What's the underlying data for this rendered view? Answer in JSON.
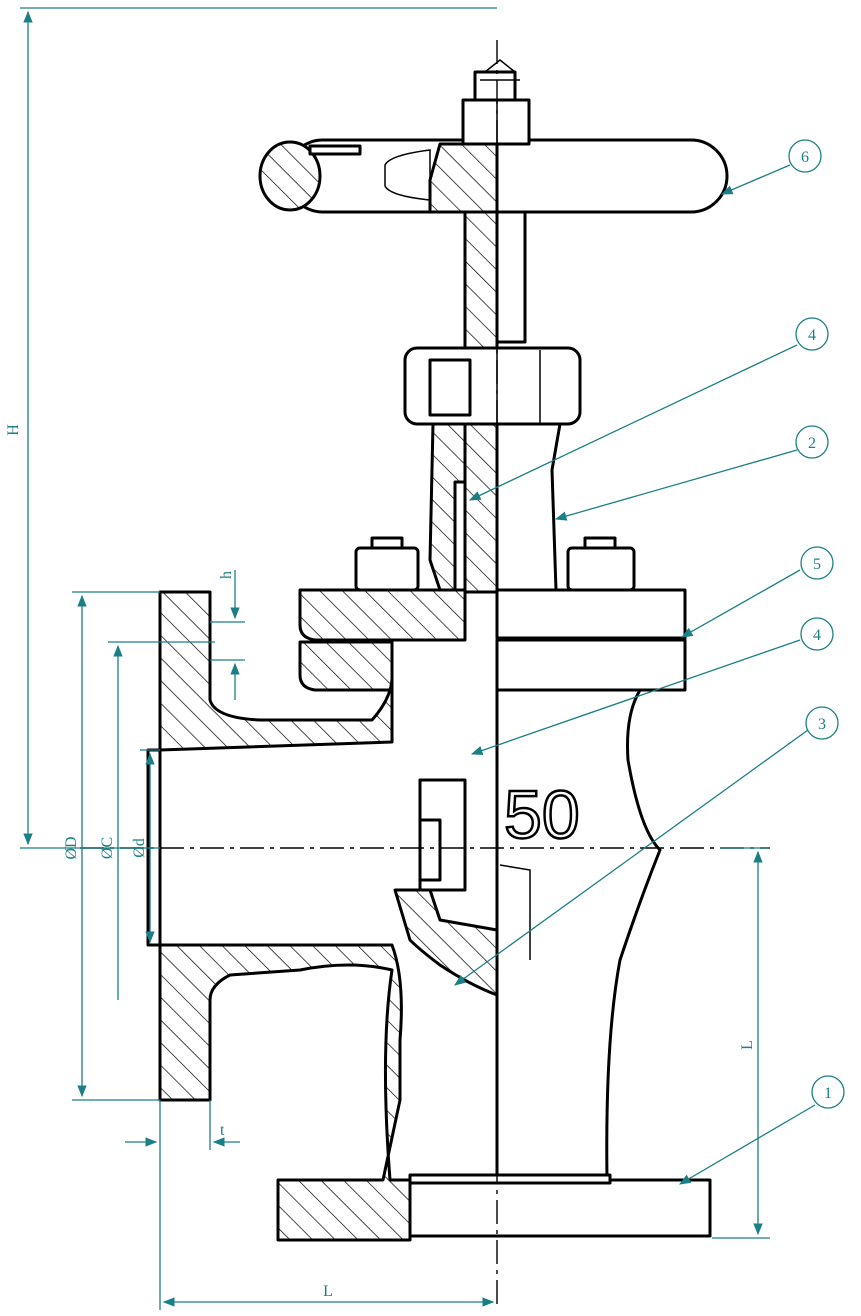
{
  "size_label": "50",
  "dimensions": {
    "overall_height": "H",
    "flange_outer_diameter": "ØD",
    "bolt_circle_diameter": "ØC",
    "bore_diameter": "Ød",
    "raised_face_height": "h",
    "flange_thickness": "t",
    "face_to_center_vertical": "L",
    "face_to_center_horizontal": "L"
  },
  "callouts": [
    "1",
    "2",
    "3",
    "4",
    "4",
    "5",
    "6"
  ],
  "colors": {
    "dimension": "#1a7f86",
    "outline": "#000000"
  }
}
